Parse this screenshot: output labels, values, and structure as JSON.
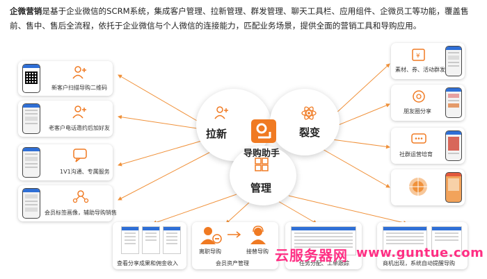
{
  "intro": {
    "title": "企微营销",
    "text": "是基于企业微信的SCRM系统，集成客户管理、拉新管理、群发管理、聊天工具栏、应用组件、企微员工等功能，覆盖售前、售中、售后全流程，依托于企业微信与个人微信的连接能力，匹配业务场景，提供全面的营销工具和导购应用。"
  },
  "hubs": {
    "laxin": "拉新",
    "liebian": "裂变",
    "guanli": "管理",
    "center": "导购助手"
  },
  "left_cards": [
    {
      "label": "新客户扫描导购二维码"
    },
    {
      "label": "老客户电话邀约后加好友"
    },
    {
      "label": "1V1沟通、专属服务"
    },
    {
      "label": "会员标签画像，辅助导购销售"
    }
  ],
  "right_cards": [
    {
      "label": "素材、券、活动群发"
    },
    {
      "label": "朋友圈分享"
    },
    {
      "label": "社群运营培育"
    },
    {
      "label": ""
    }
  ],
  "bottom_cards": [
    {
      "label": "查看分享成果和佣金收入"
    },
    {
      "label": "会员资产管理",
      "left_tag": "离职导购",
      "right_tag": "接替导购"
    },
    {
      "label": "任务分配、工单跟踪"
    },
    {
      "label": "商机出现，系统自动提醒导购"
    }
  ],
  "watermark": {
    "cn": "云服务器网",
    "url": "www.guntue.com"
  },
  "colors": {
    "accent": "#f07a22",
    "line": "#f0913a",
    "watermark": "#ff2f84"
  }
}
